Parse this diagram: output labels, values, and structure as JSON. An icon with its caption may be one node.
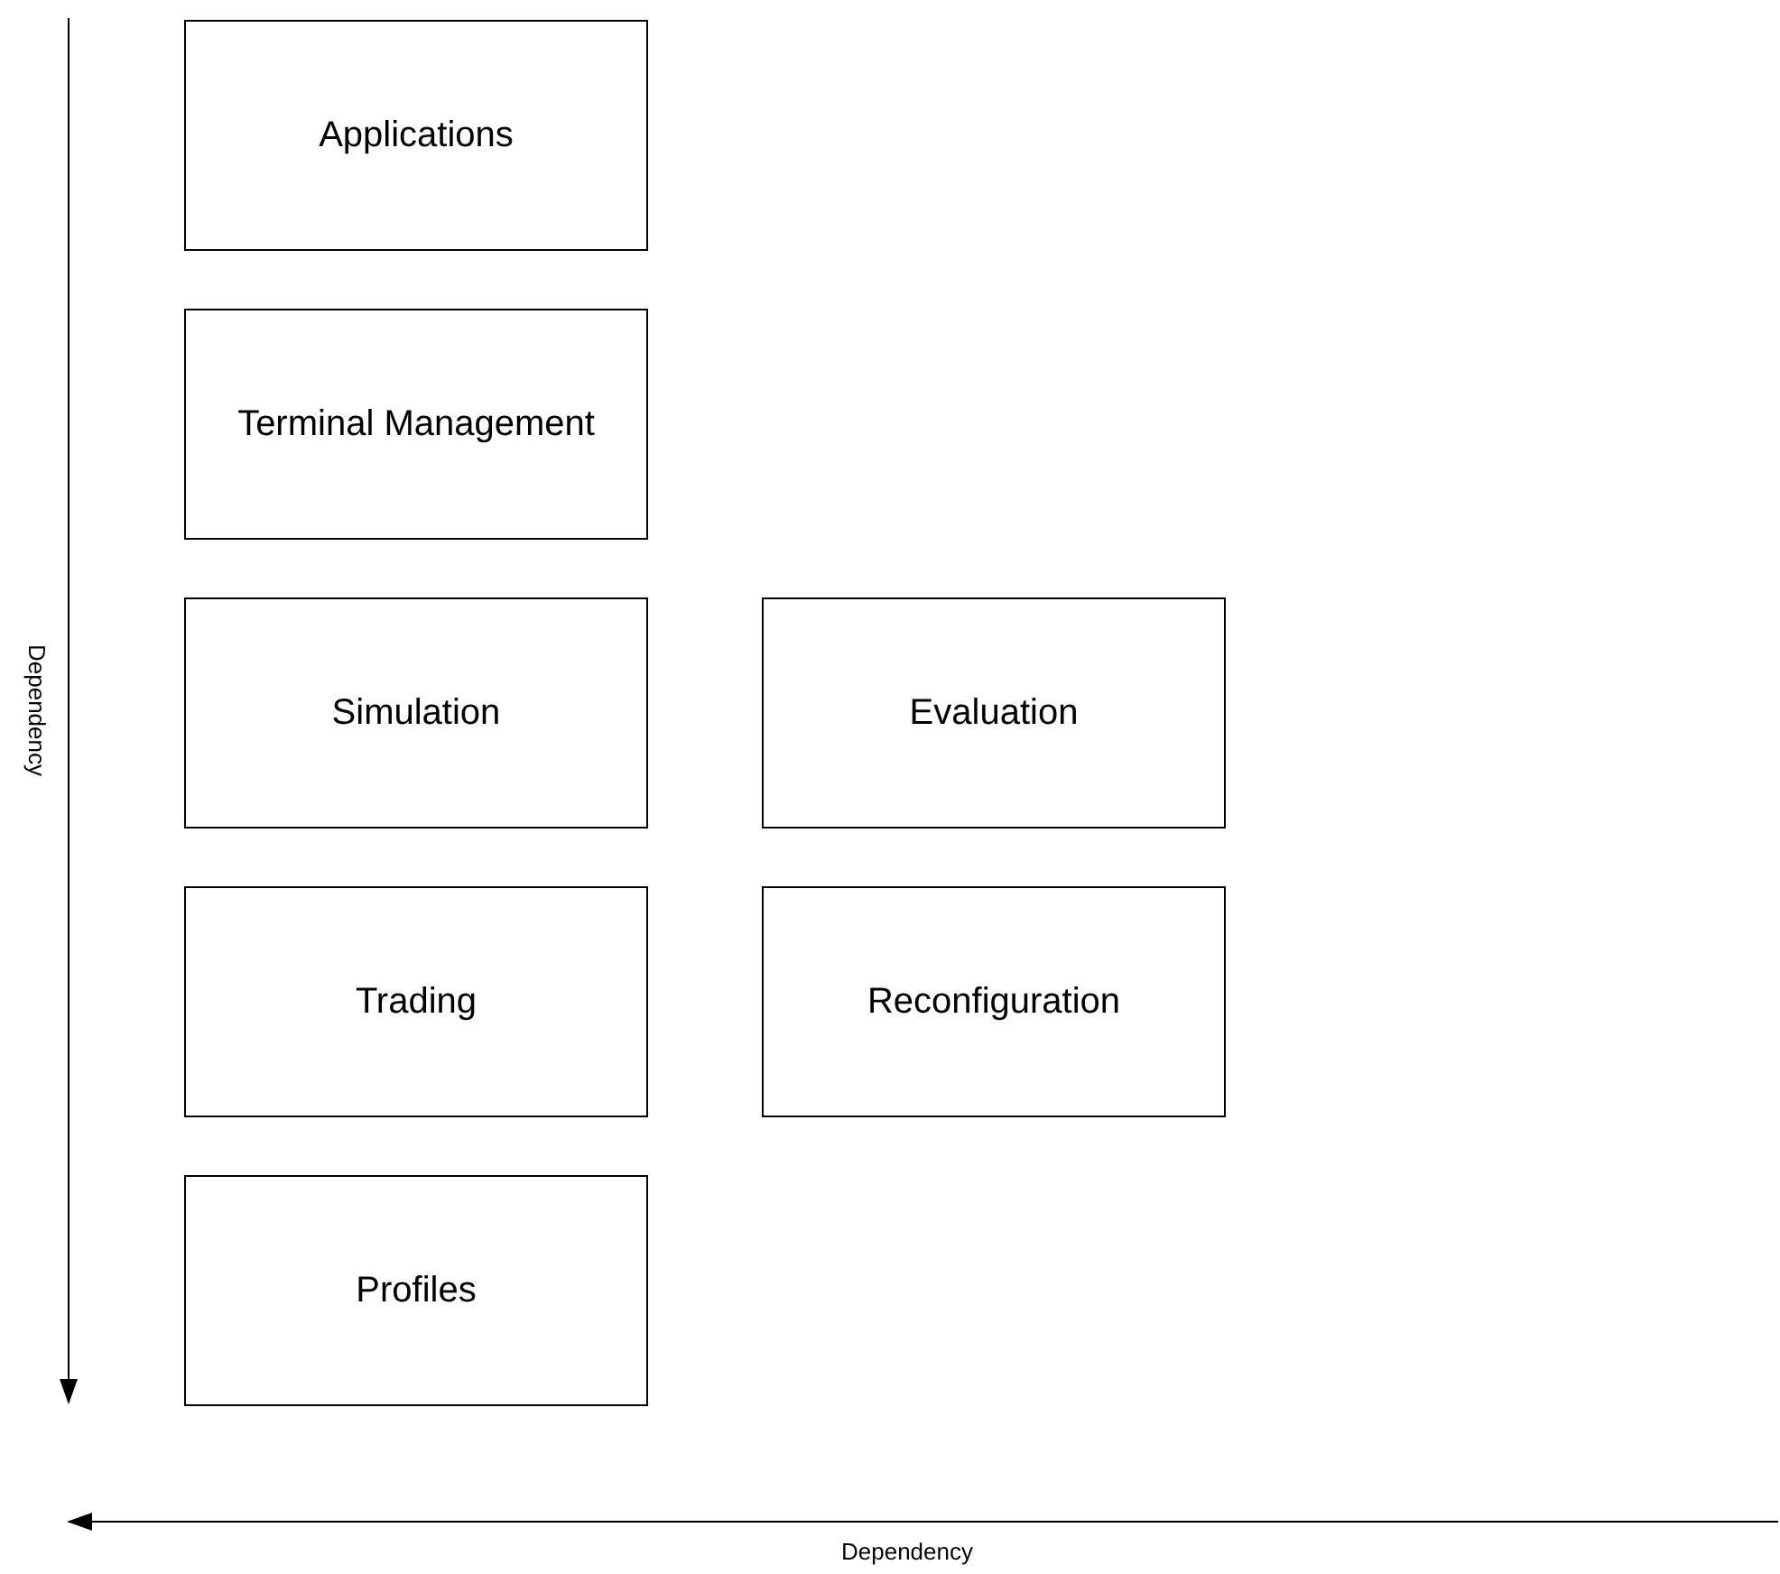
{
  "diagram": {
    "nodes": [
      {
        "text": [
          "Applications"
        ]
      },
      {
        "text": [
          "Terminal Management"
        ]
      },
      {
        "text": [
          "Simulation"
        ]
      },
      {
        "text": [
          "Evaluation"
        ]
      },
      {
        "text": [
          "Trading"
        ]
      },
      {
        "text": [
          "Reconfiguration"
        ]
      },
      {
        "text": [
          "Profiles"
        ]
      }
    ],
    "labels": [
      "Dependency",
      "Dependency"
    ]
  }
}
